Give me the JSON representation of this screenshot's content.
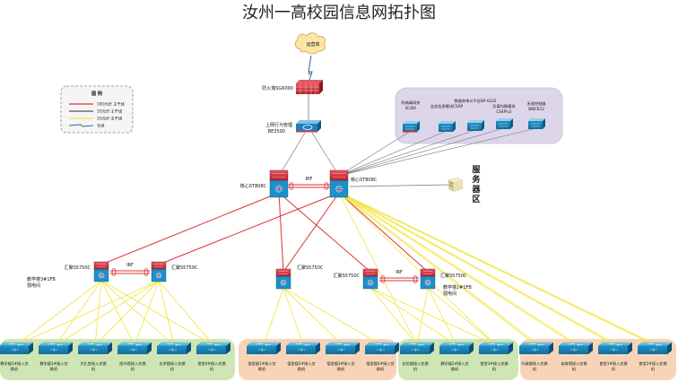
{
  "title": "汝州一高校园信息网拓扑图",
  "legend": {
    "title": "图 例",
    "items": [
      {
        "label": "10G光纤 主干线",
        "color": "#d9343a",
        "kind": "line"
      },
      {
        "label": "1G光纤 主干线",
        "color": "#555555",
        "kind": "line"
      },
      {
        "label": "1G光纤 支干线",
        "color": "#f2e64a",
        "kind": "line"
      },
      {
        "label": "专线",
        "color": "#3a5db0",
        "kind": "zigzag"
      }
    ]
  },
  "wan": {
    "cloud_label": "运营商"
  },
  "firewall": {
    "label": "防火墙SG6000"
  },
  "behavior_mgmt": {
    "label_line1": "上网行为管理",
    "label_line2": "BE3500"
  },
  "security_zone": {
    "devices": [
      {
        "line1": "防病毒网关",
        "line2": "IE300"
      },
      {
        "line1": "业务信息模块CSAP",
        "line2": ""
      },
      {
        "line1": "数据库审计平台BP-A232",
        "line2": ""
      },
      {
        "line1": "负载均衡模块",
        "line2": "CS4Plv2"
      },
      {
        "line1": "无线控制器",
        "line2": "WBC812"
      }
    ]
  },
  "core": {
    "left_label": "核心ST808C",
    "right_label": "核心ST808C",
    "link_label": "IRF"
  },
  "server_area": {
    "label": "服务器区"
  },
  "aggregation": [
    {
      "label": "汇聚S5750C",
      "sub1": "教学楼3#1FB",
      "sub2": "弱电间"
    },
    {
      "label": "汇聚S5750C",
      "sub1": "",
      "sub2": ""
    },
    {
      "label": "汇聚S5750C",
      "sub1": "",
      "sub2": ""
    },
    {
      "label": "汇聚S5750C",
      "sub1": "",
      "sub2": ""
    },
    {
      "label": "汇聚S5750C",
      "sub1": "教学楼2#1FB",
      "sub2": "弱电间"
    }
  ],
  "irf_labels": [
    "IRF",
    "IRF"
  ],
  "access_groups": [
    {
      "color": "#cfe6b4",
      "switches": [
        {
          "line1": "教学楼1#接入交",
          "line2": "换机"
        },
        {
          "line1": "教学楼3#接入交",
          "line2": "换机"
        },
        {
          "line1": "大礼堂接入交换",
          "line2": "机"
        },
        {
          "line1": "图书馆接入交换",
          "line2": "机"
        },
        {
          "line1": "艺术楼接入交换",
          "line2": "机"
        },
        {
          "line1": "食堂4#接入交换",
          "line2": "机"
        }
      ]
    },
    {
      "color": "#f7d4b8",
      "switches": [
        {
          "line1": "宿舍楼1#接入交",
          "line2": "换机"
        },
        {
          "line1": "宿舍楼2#接入交",
          "line2": "换机"
        },
        {
          "line1": "宿舍楼3#接入交",
          "line2": "换机"
        },
        {
          "line1": "宿舍楼4#接入交",
          "line2": "换机"
        }
      ]
    },
    {
      "color": "#cfe6b4",
      "switches": [
        {
          "line1": "实验楼接入交换",
          "line2": "机"
        },
        {
          "line1": "教学楼2#接入交",
          "line2": "换机"
        },
        {
          "line1": "食堂3#接入交换",
          "line2": "机"
        }
      ]
    },
    {
      "color": "#f7d4b8",
      "switches": [
        {
          "line1": "行政楼接入交换",
          "line2": "机"
        },
        {
          "line1": "体育馆接入交换",
          "line2": "机"
        },
        {
          "line1": "食堂1#接入交换",
          "line2": "机"
        },
        {
          "line1": "食堂2#接入交换",
          "line2": "机"
        }
      ]
    }
  ],
  "colors": {
    "trunk10g": "#d9343a",
    "trunk1g": "#666666",
    "branch1g": "#f2e64a",
    "security_zone_bg": "#ddd6ea",
    "cloud": "#fbe6a6"
  }
}
